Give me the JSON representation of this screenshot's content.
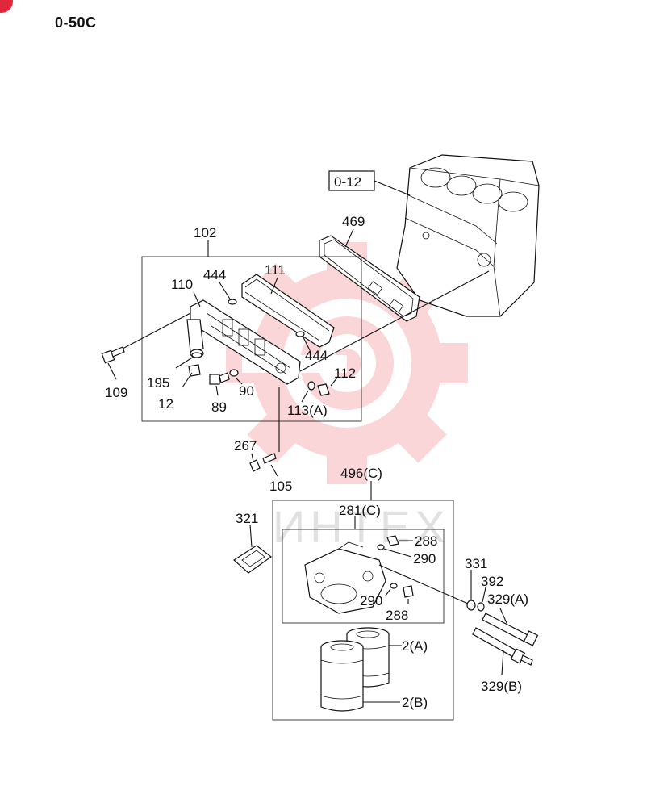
{
  "page_code": "0-50C",
  "watermark_text": "ИНТЕХ",
  "reference_box_label": "0-12",
  "colors": {
    "watermark": "#f04a50",
    "badge": "#e0283a",
    "ink": "#111111"
  },
  "callouts": {
    "c102": "102",
    "c469": "469",
    "c444a": "444",
    "c111": "111",
    "c110": "110",
    "c444b": "444",
    "c195": "195",
    "c109": "109",
    "c12": "12",
    "c89": "89",
    "c90": "90",
    "c112": "112",
    "c113a": "113(A)",
    "c267": "267",
    "c105": "105",
    "c496c": "496(C)",
    "c281c": "281(C)",
    "c321": "321",
    "c288a": "288",
    "c290a": "290",
    "c290b": "290",
    "c288b": "288",
    "c331": "331",
    "c392": "392",
    "c329a": "329(A)",
    "c329b": "329(B)",
    "c2a": "2(A)",
    "c2b": "2(B)"
  }
}
